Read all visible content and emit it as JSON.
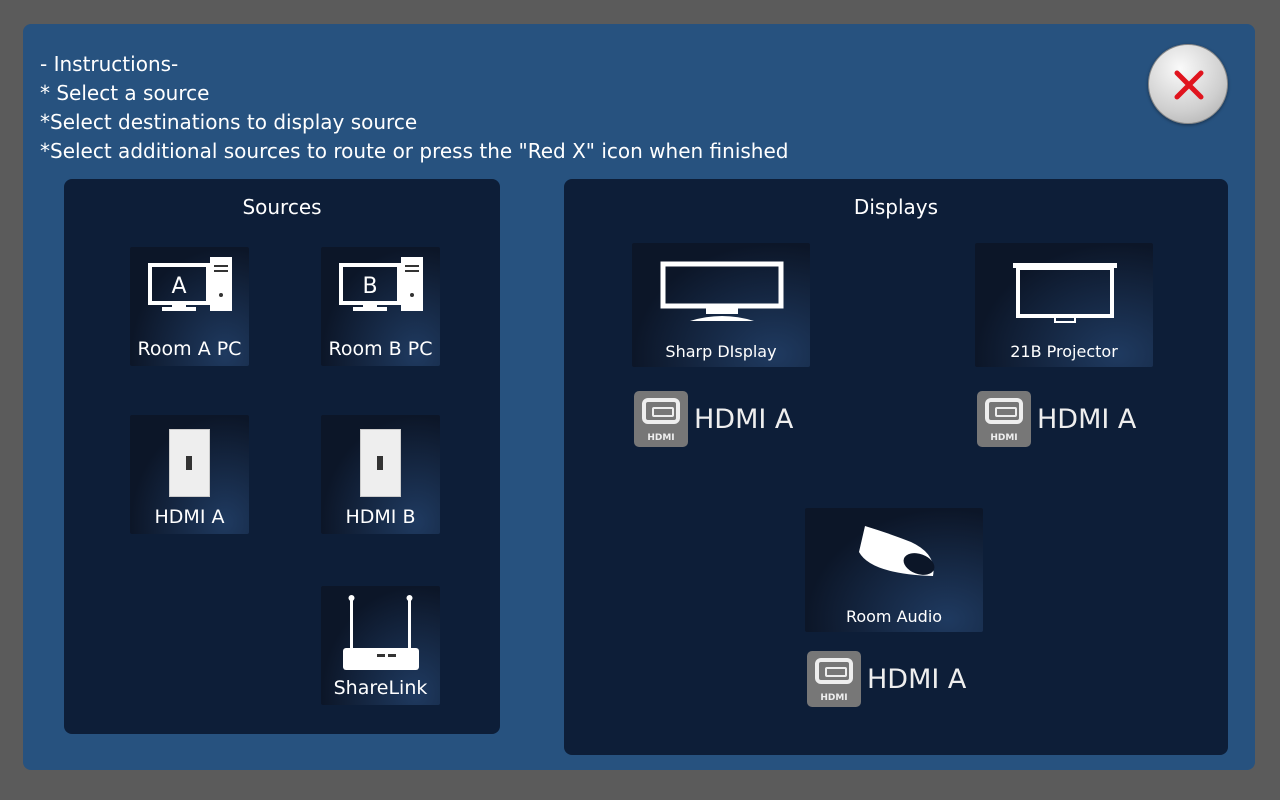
{
  "instructions": [
    "- Instructions-",
    "* Select a source",
    "*Select destinations to display source",
    "*Select additional sources to route or press the \"Red X\" icon when finished"
  ],
  "sources": {
    "title": "Sources",
    "items": [
      {
        "label": "Room A PC",
        "letter": "A"
      },
      {
        "label": "Room B PC",
        "letter": "B"
      },
      {
        "label": "HDMI A"
      },
      {
        "label": "HDMI B"
      },
      {
        "label": "ShareLink"
      }
    ]
  },
  "displays": {
    "title": "Displays",
    "items": [
      {
        "label": "Sharp DIsplay",
        "route": "HDMI A"
      },
      {
        "label": "21B Projector",
        "route": "HDMI A"
      },
      {
        "label": "Room Audio",
        "route": "HDMI A"
      }
    ]
  },
  "badge_text": "HDMI",
  "colors": {
    "background": "#27527f",
    "panel": "#0d1e38",
    "close_x": "#e0141e"
  }
}
